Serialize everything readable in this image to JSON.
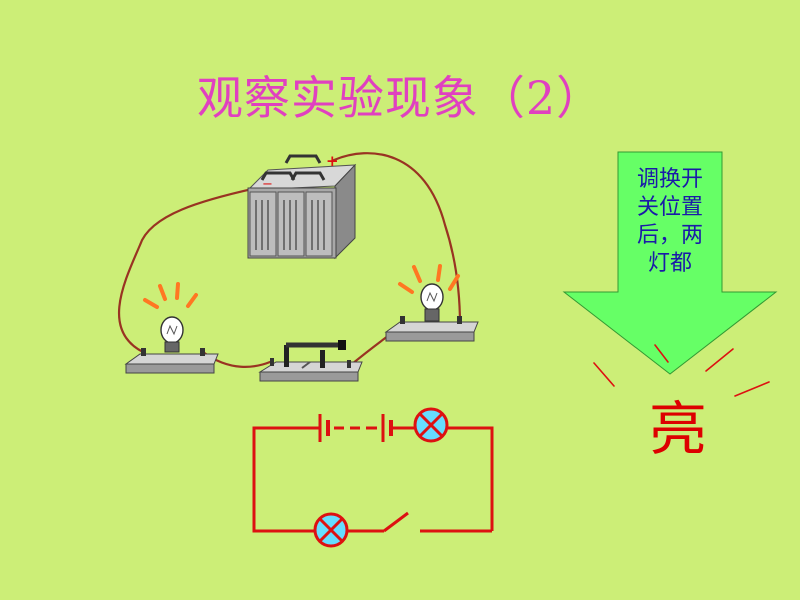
{
  "slide": {
    "title": "观察实验现象（2）",
    "callout_lines": [
      "调换开",
      "关位置",
      "后，两",
      "灯都"
    ],
    "result_text": "亮",
    "battery_minus_label": "−",
    "battery_plus_label": "+"
  },
  "icons": [
    "battery-pack-icon",
    "light-bulb-icon",
    "knife-switch-icon",
    "lamp-symbol-icon",
    "cell-symbol-icon",
    "switch-symbol-icon"
  ],
  "colors": {
    "background": "#ccee77",
    "title": "#e040c0",
    "wire": "#993322",
    "schematic": "#dd1111",
    "callout_arrow": "#66ff66",
    "callout_text": "#1a1aa8",
    "result": "#dd0000",
    "glow_ray": "#ff7722"
  }
}
